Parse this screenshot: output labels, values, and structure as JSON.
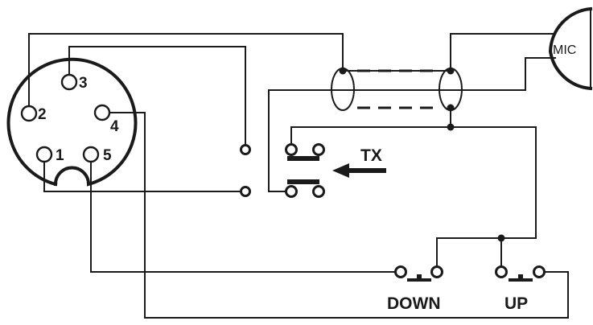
{
  "connector": {
    "pins": [
      {
        "num": "1"
      },
      {
        "num": "2"
      },
      {
        "num": "3"
      },
      {
        "num": "4"
      },
      {
        "num": "5"
      }
    ]
  },
  "labels": {
    "mic": "MIC",
    "tx": "TX",
    "down": "DOWN",
    "up": "UP"
  },
  "colors": {
    "ink": "#1a1a1a",
    "background": "#ffffff"
  }
}
